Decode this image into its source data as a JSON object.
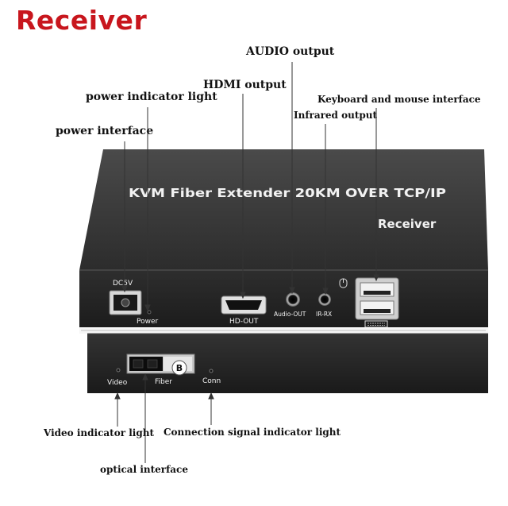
{
  "title": "Receiver",
  "callouts": {
    "audio_output": "AUDIO output",
    "hdmi_output": "HDMI output",
    "power_indicator_light": "power indicator light",
    "keyboard_mouse_interface": "Keyboard and mouse interface",
    "infrared_output": "Infrared output",
    "power_interface": "power interface",
    "video_indicator_light": "Video indicator light",
    "connection_signal_indicator_light": "Connection signal indicator light",
    "optical_interface": "optical interface"
  },
  "device": {
    "top_label": "KVM Fiber Extender 20KM OVER TCP/IP",
    "model_label": "Receiver",
    "ports_upper": {
      "dc5v": "DC5V",
      "power": "Power",
      "hd_out": "HD-OUT",
      "audio_out": "Audio-OUT",
      "ir_rx": "IR-RX"
    },
    "ports_lower": {
      "video": "Video",
      "fiber": "Fiber",
      "conn": "Conn",
      "fiber_badge": "B"
    }
  },
  "colors": {
    "title": "#c8161d",
    "device_body": "#2a2a2a",
    "device_top": "#3a3a3a",
    "panel_text": "#f2f2f2",
    "leader_line": "#333333"
  }
}
